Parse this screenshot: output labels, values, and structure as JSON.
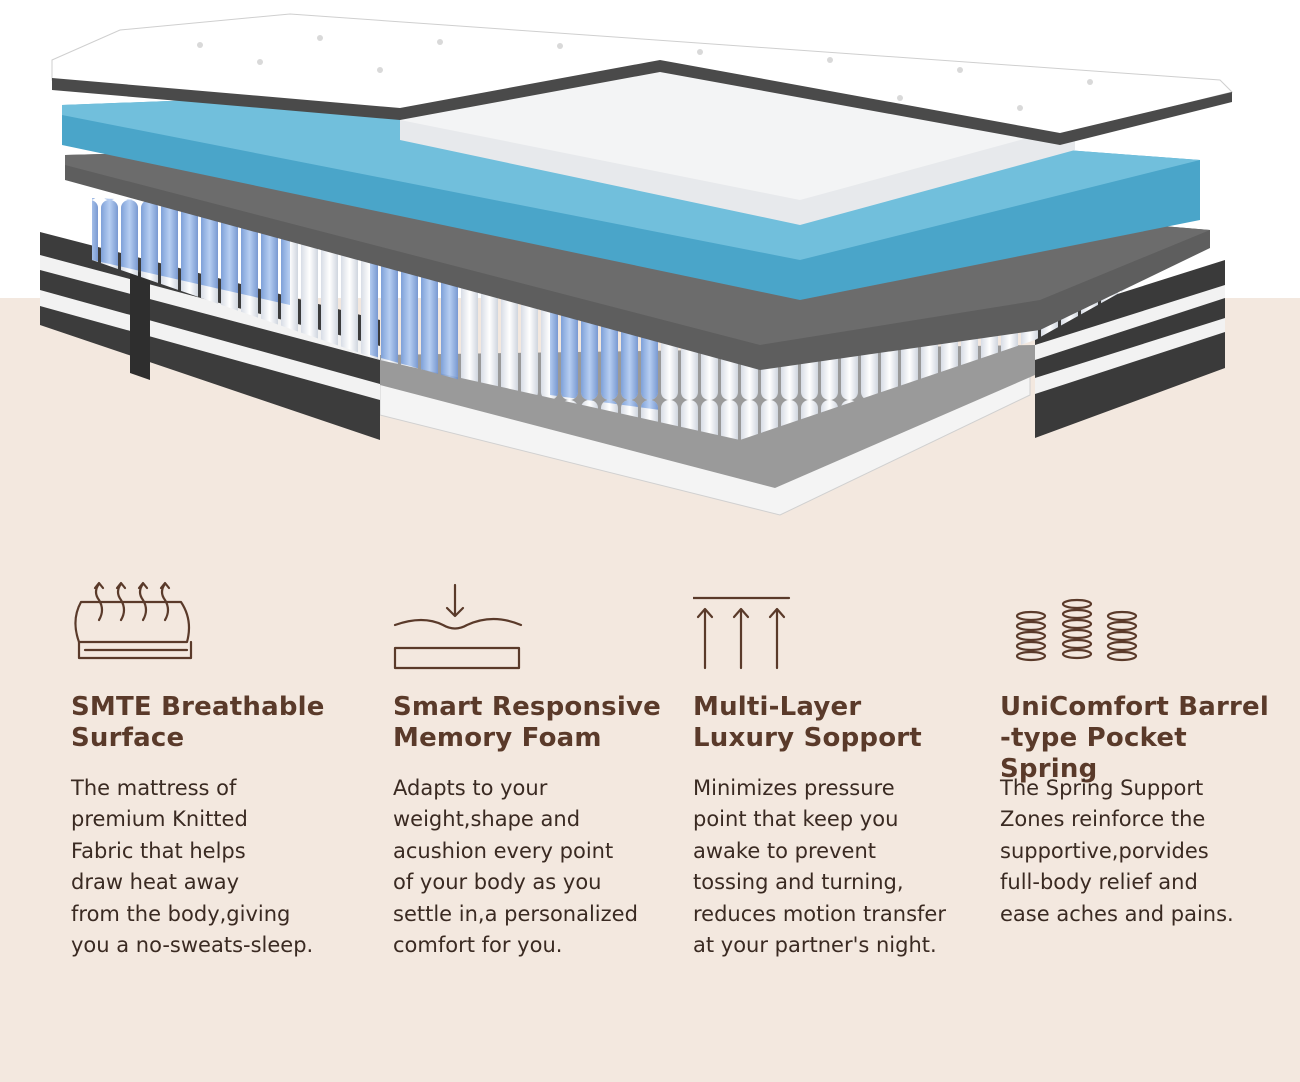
{
  "colors": {
    "background": "#f3e8df",
    "heading": "#5a3a2a",
    "body_text": "#3a2a22",
    "icon_stroke": "#5a3a2a"
  },
  "image": {
    "subject": "mattress-layers"
  },
  "features": [
    {
      "icon": "breathable-surface-icon",
      "title": "SMTE Breathable\nSurface",
      "description": "The mattress of\npremium Knitted\nFabric that helps\ndraw heat away\nfrom the body,giving\nyou a no-sweats-sleep."
    },
    {
      "icon": "memory-foam-icon",
      "title": "Smart Responsive\nMemory Foam",
      "description": "Adapts to your\nweight,shape and\nacushion every point\nof your body as you\nsettle in,a personalized\ncomfort for you."
    },
    {
      "icon": "multi-layer-support-icon",
      "title": "Multi-Layer\nLuxury Sopport",
      "description": "Minimizes pressure\npoint that keep you\nawake to prevent\ntossing and turning,\nreduces motion transfer\nat your partner's night."
    },
    {
      "icon": "pocket-spring-icon",
      "title": "UniComfort Barrel\n-type Pocket Spring",
      "description": "The Spring Support\nZones reinforce the\nsupportive,porvides\nfull-body relief and\nease aches and pains."
    }
  ]
}
